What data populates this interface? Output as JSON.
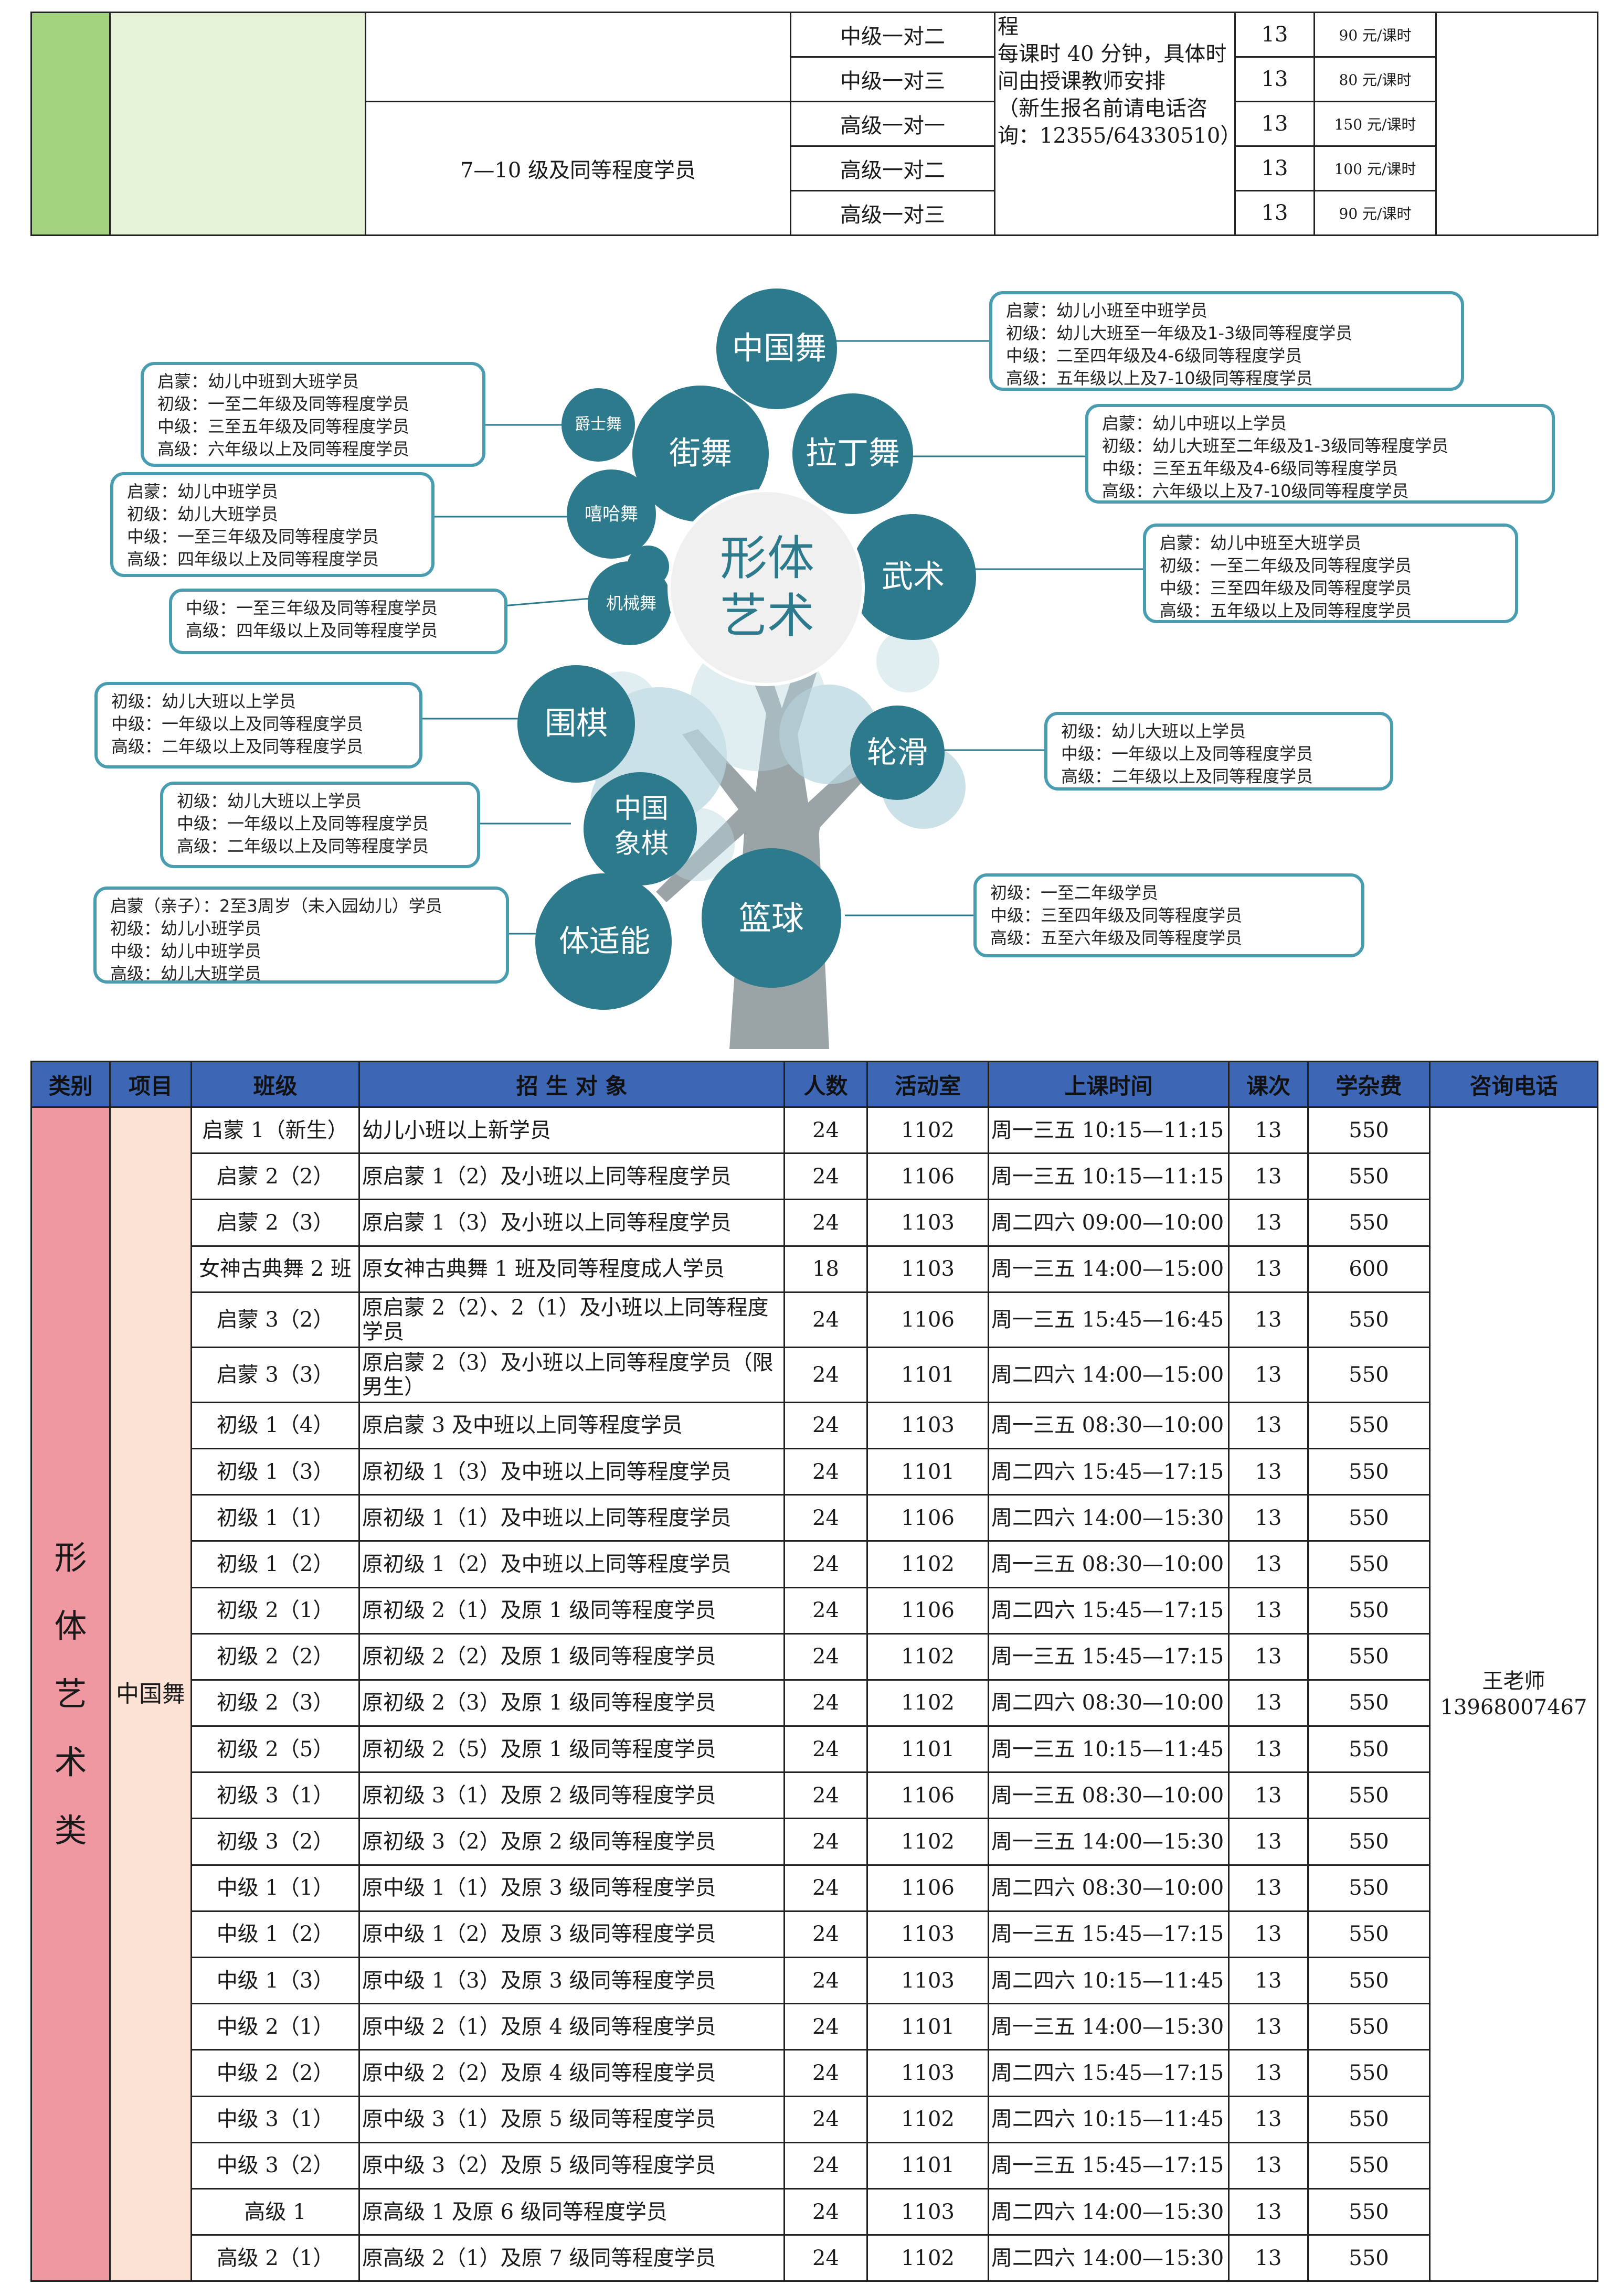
{
  "top_table": {
    "rows": [
      {
        "class": "中级一对二",
        "sessions": "13",
        "fee": "90 元/课时"
      },
      {
        "class": "中级一对三",
        "sessions": "13",
        "fee": "80 元/课时"
      },
      {
        "class": "高级一对一",
        "sessions": "13",
        "fee": "150 元/课时"
      },
      {
        "class": "高级一对二",
        "sessions": "13",
        "fee": "100 元/课时"
      },
      {
        "class": "高级一对三",
        "sessions": "13",
        "fee": "90 元/课时"
      }
    ],
    "target": "7—10 级及同等程度学员",
    "note_lines": [
      "程",
      "每课时 40 分钟，具体时",
      "间由授课教师安排",
      "（新生报名前请电话咨",
      "询：12355/64330510）"
    ]
  },
  "mindmap": {
    "center": {
      "line1": "形体",
      "line2": "艺术"
    },
    "circles": {
      "chinese_dance": "中国舞",
      "street_dance": "街舞",
      "latin_dance": "拉丁舞",
      "martial_arts": "武术",
      "jazz": "爵士舞",
      "hiphop": "嘻哈舞",
      "mechanical": "机械舞",
      "go": "围棋",
      "skating": "轮滑",
      "xiangqi_1": "中国",
      "xiangqi_2": "象棋",
      "basketball": "篮球",
      "fitness": "体适能"
    },
    "boxes": {
      "chinese_dance": [
        "启蒙：幼儿小班至中班学员",
        "初级：幼儿大班至一年级及1-3级同等程度学员",
        "中级：二至四年级及4-6级同等程度学员",
        "高级：五年级以上及7-10级同等程度学员"
      ],
      "jazz": [
        "启蒙：幼儿中班到大班学员",
        "初级：一至二年级及同等程度学员",
        "中级：三至五年级及同等程度学员",
        "高级：六年级以上及同等程度学员"
      ],
      "latin": [
        "启蒙：幼儿中班以上学员",
        "初级：幼儿大班至二年级及1-3级同等程度学员",
        "中级：三至五年级及4-6级同等程度学员",
        "高级：六年级以上及7-10级同等程度学员"
      ],
      "hiphop": [
        "启蒙：幼儿中班学员",
        "初级：幼儿大班学员",
        "中级：一至三年级及同等程度学员",
        "高级：四年级以上及同等程度学员"
      ],
      "martial": [
        "启蒙：幼儿中班至大班学员",
        "初级：一至二年级及同等程度学员",
        "中级：三至四年级及同等程度学员",
        "高级：五年级以上及同等程度学员"
      ],
      "mechanical": [
        "中级：一至三年级及同等程度学员",
        "高级：四年级以上及同等程度学员"
      ],
      "go": [
        "初级：幼儿大班以上学员",
        "中级：一年级以上及同等程度学员",
        "高级：二年级以上及同等程度学员"
      ],
      "skating": [
        "初级：幼儿大班以上学员",
        "中级：一年级以上及同等程度学员",
        "高级：二年级以上及同等程度学员"
      ],
      "xiangqi": [
        "初级：幼儿大班以上学员",
        "中级：一年级以上及同等程度学员",
        "高级：二年级以上及同等程度学员"
      ],
      "basketball": [
        "初级：一至二年级学员",
        "中级：三至四年级及同等程度学员",
        "高级：五至六年级及同等程度学员"
      ],
      "fitness": [
        "启蒙（亲子）：2至3周岁（未入园幼儿）学员",
        "初级：幼儿小班学员",
        "中级：幼儿中班学员",
        "高级：幼儿大班学员"
      ]
    },
    "colors": {
      "circle": "#2d7a8c",
      "box_border": "#4a9db0",
      "light_circle": "#b9d7e0",
      "trunk": "#9aa3a6"
    }
  },
  "main_table": {
    "headers": [
      "类别",
      "项目",
      "班级",
      "招 生 对 象",
      "人数",
      "活动室",
      "上课时间",
      "课次",
      "学杂费",
      "咨询电话"
    ],
    "category": "形体艺术类",
    "category_chars": [
      "形",
      "体",
      "艺",
      "术",
      "类"
    ],
    "project": "中国舞",
    "contact_name": "王老师",
    "contact_phone": "13968007467",
    "rows": [
      {
        "class": "启蒙 1（新生）",
        "target": "幼儿小班以上新学员",
        "count": "24",
        "room": "1102",
        "time": "周一三五 10:15—11:15",
        "sessions": "13",
        "fee": "550"
      },
      {
        "class": "启蒙 2（2）",
        "target": "原启蒙 1（2）及小班以上同等程度学员",
        "count": "24",
        "room": "1106",
        "time": "周一三五 10:15—11:15",
        "sessions": "13",
        "fee": "550"
      },
      {
        "class": "启蒙 2（3）",
        "target": "原启蒙 1（3）及小班以上同等程度学员",
        "count": "24",
        "room": "1103",
        "time": "周二四六 09:00—10:00",
        "sessions": "13",
        "fee": "550"
      },
      {
        "class": "女神古典舞 2 班",
        "target": "原女神古典舞 1 班及同等程度成人学员",
        "count": "18",
        "room": "1103",
        "time": "周一三五 14:00—15:00",
        "sessions": "13",
        "fee": "600"
      },
      {
        "class": "启蒙 3（2）",
        "target": "原启蒙 2（2）、2（1）及小班以上同等程度学员",
        "count": "24",
        "room": "1106",
        "time": "周一三五 15:45—16:45",
        "sessions": "13",
        "fee": "550",
        "tall": true
      },
      {
        "class": "启蒙 3（3）",
        "target": "原启蒙 2（3）及小班以上同等程度学员（限男生）",
        "count": "24",
        "room": "1101",
        "time": "周二四六 14:00—15:00",
        "sessions": "13",
        "fee": "550",
        "tall": true
      },
      {
        "class": "初级 1（4）",
        "target": "原启蒙 3 及中班以上同等程度学员",
        "count": "24",
        "room": "1103",
        "time": "周一三五 08:30—10:00",
        "sessions": "13",
        "fee": "550"
      },
      {
        "class": "初级 1（3）",
        "target": "原初级 1（3）及中班以上同等程度学员",
        "count": "24",
        "room": "1101",
        "time": "周二四六 15:45—17:15",
        "sessions": "13",
        "fee": "550"
      },
      {
        "class": "初级 1（1）",
        "target": "原初级 1（1）及中班以上同等程度学员",
        "count": "24",
        "room": "1106",
        "time": "周二四六 14:00—15:30",
        "sessions": "13",
        "fee": "550"
      },
      {
        "class": "初级 1（2）",
        "target": "原初级 1（2）及中班以上同等程度学员",
        "count": "24",
        "room": "1102",
        "time": "周一三五 08:30—10:00",
        "sessions": "13",
        "fee": "550"
      },
      {
        "class": "初级 2（1）",
        "target": "原初级 2（1）及原 1 级同等程度学员",
        "count": "24",
        "room": "1106",
        "time": "周二四六 15:45—17:15",
        "sessions": "13",
        "fee": "550"
      },
      {
        "class": "初级 2（2）",
        "target": "原初级 2（2）及原 1 级同等程度学员",
        "count": "24",
        "room": "1102",
        "time": "周一三五 15:45—17:15",
        "sessions": "13",
        "fee": "550"
      },
      {
        "class": "初级 2（3）",
        "target": "原初级 2（3）及原 1 级同等程度学员",
        "count": "24",
        "room": "1102",
        "time": "周二四六 08:30—10:00",
        "sessions": "13",
        "fee": "550"
      },
      {
        "class": "初级 2（5）",
        "target": "原初级 2（5）及原 1 级同等程度学员",
        "count": "24",
        "room": "1101",
        "time": "周一三五 10:15—11:45",
        "sessions": "13",
        "fee": "550"
      },
      {
        "class": "初级 3（1）",
        "target": "原初级 3（1）及原 2 级同等程度学员",
        "count": "24",
        "room": "1106",
        "time": "周一三五 08:30—10:00",
        "sessions": "13",
        "fee": "550"
      },
      {
        "class": "初级 3（2）",
        "target": "原初级 3（2）及原 2 级同等程度学员",
        "count": "24",
        "room": "1102",
        "time": "周一三五 14:00—15:30",
        "sessions": "13",
        "fee": "550"
      },
      {
        "class": "中级 1（1）",
        "target": "原中级 1（1）及原 3 级同等程度学员",
        "count": "24",
        "room": "1106",
        "time": "周二四六 08:30—10:00",
        "sessions": "13",
        "fee": "550"
      },
      {
        "class": "中级 1（2）",
        "target": "原中级 1（2）及原 3 级同等程度学员",
        "count": "24",
        "room": "1103",
        "time": "周一三五 15:45—17:15",
        "sessions": "13",
        "fee": "550"
      },
      {
        "class": "中级 1（3）",
        "target": "原中级 1（3）及原 3 级同等程度学员",
        "count": "24",
        "room": "1103",
        "time": "周二四六 10:15—11:45",
        "sessions": "13",
        "fee": "550"
      },
      {
        "class": "中级 2（1）",
        "target": "原中级 2（1）及原 4 级同等程度学员",
        "count": "24",
        "room": "1101",
        "time": "周一三五 14:00—15:30",
        "sessions": "13",
        "fee": "550"
      },
      {
        "class": "中级 2（2）",
        "target": "原中级 2（2）及原 4 级同等程度学员",
        "count": "24",
        "room": "1103",
        "time": "周二四六 15:45—17:15",
        "sessions": "13",
        "fee": "550"
      },
      {
        "class": "中级 3（1）",
        "target": "原中级 3（1）及原 5 级同等程度学员",
        "count": "24",
        "room": "1102",
        "time": "周二四六 10:15—11:45",
        "sessions": "13",
        "fee": "550"
      },
      {
        "class": "中级 3（2）",
        "target": "原中级 3（2）及原 5 级同等程度学员",
        "count": "24",
        "room": "1101",
        "time": "周一三五 15:45—17:15",
        "sessions": "13",
        "fee": "550"
      },
      {
        "class": "高级 1",
        "target": "原高级 1 及原 6 级同等程度学员",
        "count": "24",
        "room": "1103",
        "time": "周二四六 14:00—15:30",
        "sessions": "13",
        "fee": "550"
      },
      {
        "class": "高级 2（1）",
        "target": "原高级 2（1）及原 7 级同等程度学员",
        "count": "24",
        "room": "1102",
        "time": "周二四六 14:00—15:30",
        "sessions": "13",
        "fee": "550"
      }
    ]
  }
}
